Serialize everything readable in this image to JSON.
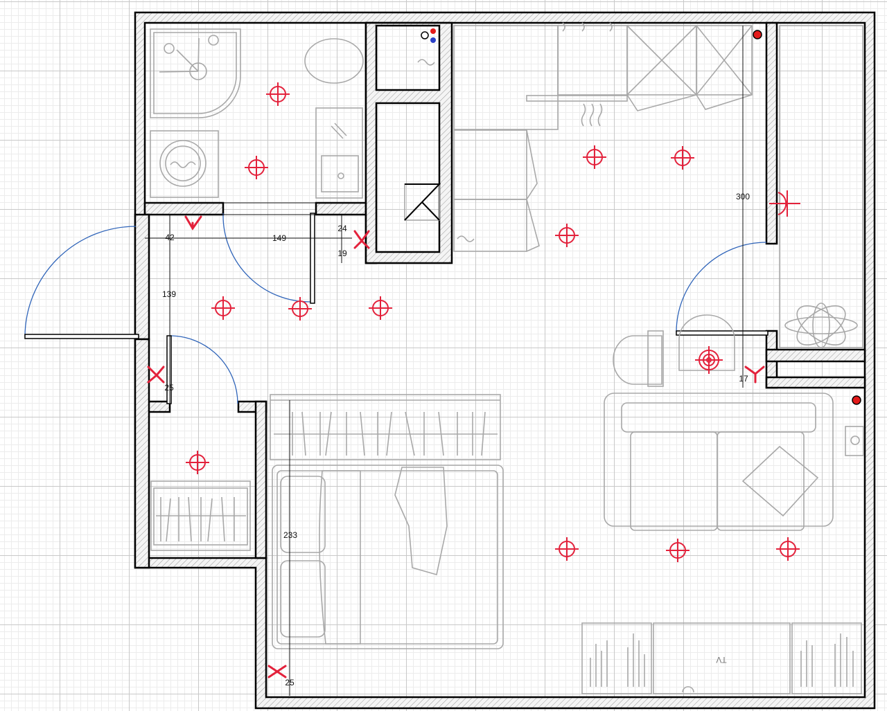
{
  "plan": {
    "dimensions": {
      "d42": "42",
      "d149": "149",
      "d24": "24",
      "d19": "19",
      "d139": "139",
      "d25a": "25",
      "d300": "300",
      "d17": "17",
      "d233": "233",
      "d25b": "25"
    },
    "tv_label": "TV",
    "colors": {
      "wall_outline": "#000000",
      "furniture": "#a8a8a8",
      "door_arc": "#2f64b9",
      "electrical": "#e3213b"
    }
  }
}
